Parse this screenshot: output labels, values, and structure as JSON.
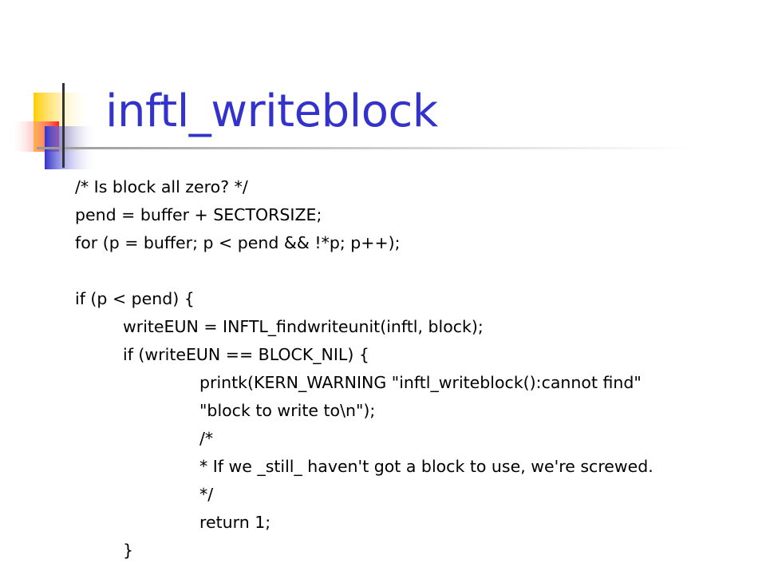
{
  "slide": {
    "title": "inftl_writeblock",
    "code_lines": [
      "/* Is block all zero? */",
      "pend = buffer + SECTORSIZE;",
      "for (p = buffer; p < pend && !*p; p++);",
      "",
      "if (p < pend) {",
      "writeEUN = INFTL_findwriteunit(inftl, block);",
      "if (writeEUN == BLOCK_NIL) {",
      "printk(KERN_WARNING \"inftl_writeblock():cannot find\"",
      "\"block to write to\\n\");",
      "/*",
      "* If we _still_ haven't got a block to use, we're screwed.",
      "*/",
      "return 1;",
      "}"
    ],
    "colors": {
      "title": "#3333cc",
      "accent_yellow": "#ffcc00",
      "accent_blue": "#3333cc",
      "accent_red": "#ff3333"
    }
  }
}
